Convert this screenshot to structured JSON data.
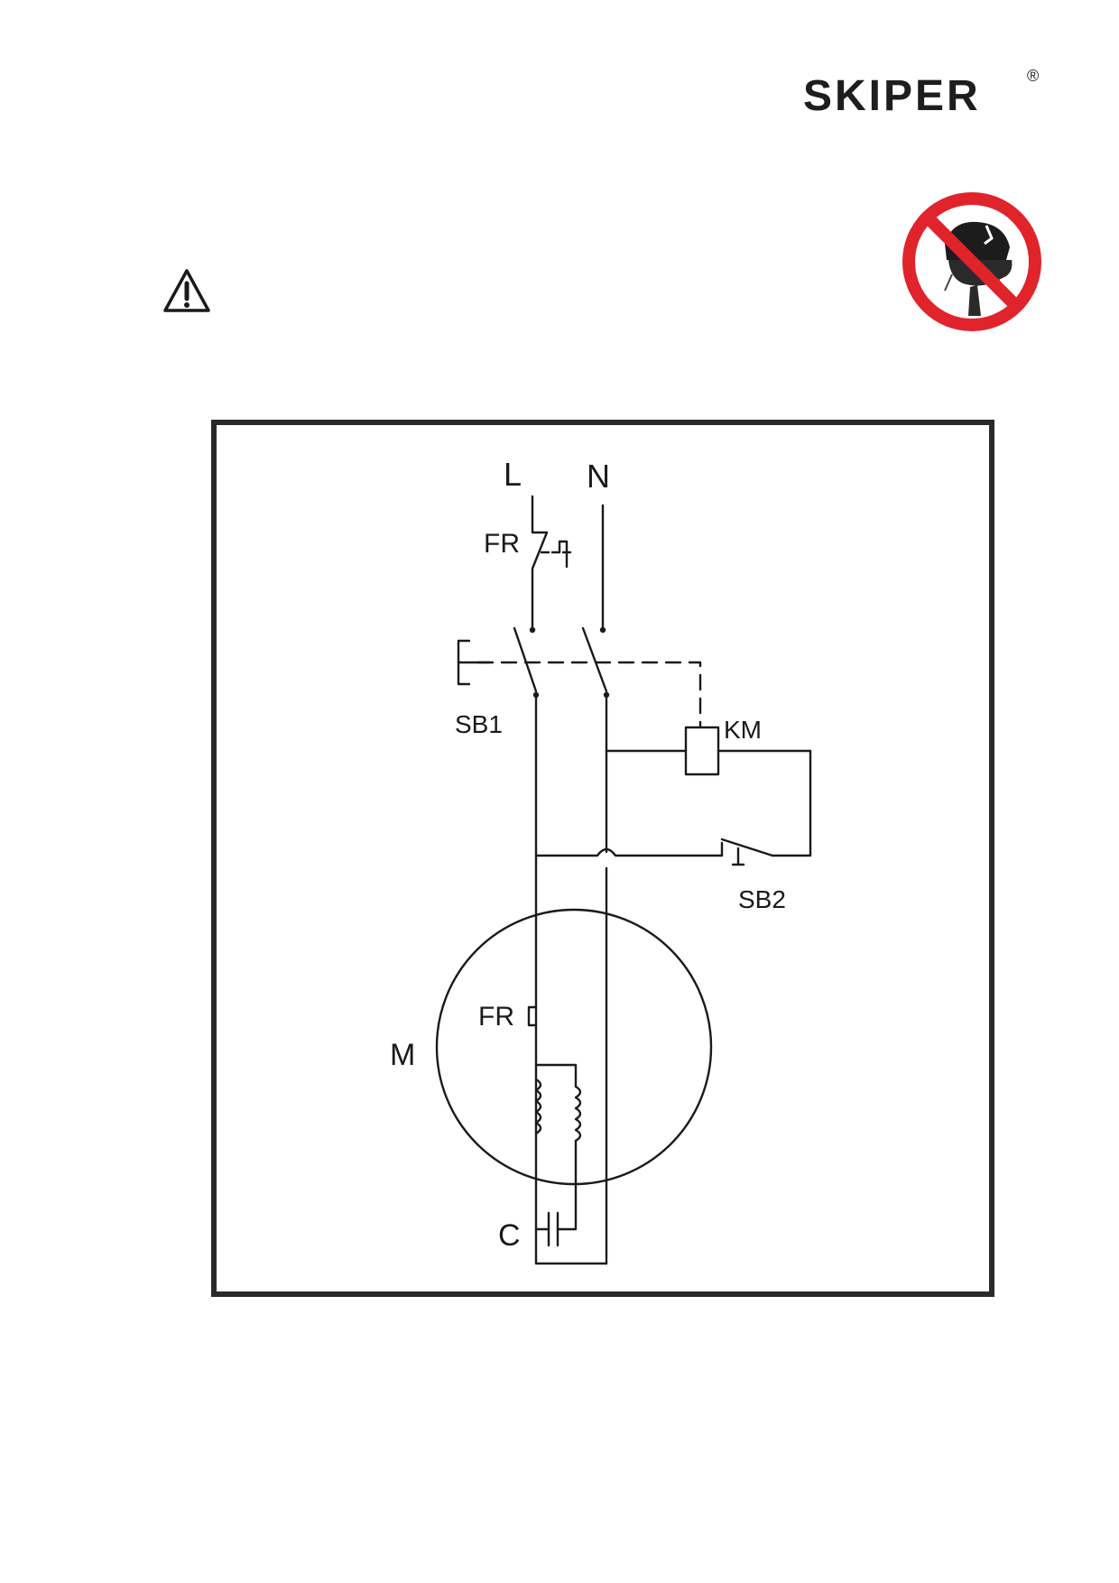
{
  "header": {
    "brand": "SKIPER",
    "registered_mark": "®"
  },
  "icons": {
    "warning": "warning-triangle-icon",
    "prohibition": "no-operator-head-prohibition-icon",
    "prohibition_color": "#e1232b"
  },
  "diagram": {
    "labels": {
      "line": "L",
      "neutral": "N",
      "overload_relay_top": "FR",
      "start_stop_switch": "SB1",
      "contactor_coil": "KM",
      "push_button": "SB2",
      "motor": "M",
      "overload_relay_motor": "FR",
      "capacitor": "C"
    }
  }
}
